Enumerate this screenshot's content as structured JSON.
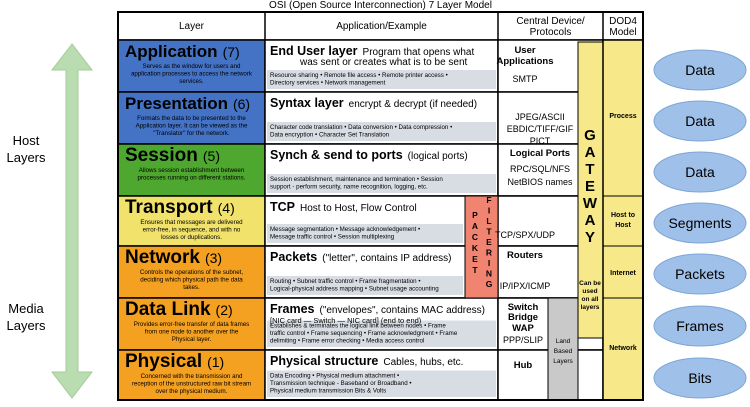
{
  "title": "OSI (Open Source Interconnection) 7 Layer Model",
  "headers": {
    "layer": "Layer",
    "app": "Application/Example",
    "central": "Central Device/ Protocols",
    "dod": "DOD4 Model"
  },
  "side_labels": {
    "host": [
      "Host",
      "Layers"
    ],
    "media": [
      "Media",
      "Layers"
    ]
  },
  "layers": [
    {
      "name": "Application",
      "num": "(7)",
      "color": "#4472c4",
      "desc": [
        "Serves as the window for users and",
        "application processes to access the network",
        "services."
      ],
      "app_title": "End User layer",
      "app_sub": [
        "Program that opens what",
        "was sent or creates what is to be sent"
      ],
      "details": [
        "Resource sharing • Remote file access • Remote printer access •",
        "Directory services • Network management"
      ],
      "protocols": [
        "User",
        "Applications",
        "SMTP"
      ],
      "data_label": "Data"
    },
    {
      "name": "Presentation",
      "num": "(6)",
      "color": "#4472c4",
      "desc": [
        "Formats the data to be presented to the",
        "Application layer. It can be viewed as the",
        "\"Translator\" for the network."
      ],
      "app_title": "Syntax layer",
      "app_sub": [
        "encrypt & decrypt (if needed)"
      ],
      "details": [
        "Character code translation • Data conversion • Data compression •",
        "Data encryption • Character Set Translation"
      ],
      "protocols": [
        "JPEG/ASCII",
        "EBDIC/TIFF/GIF",
        "PICT"
      ],
      "data_label": "Data"
    },
    {
      "name": "Session",
      "num": "(5)",
      "color": "#4ea72e",
      "desc": [
        "Allows session establishment between",
        "processes running on different stations."
      ],
      "app_title": "Synch & send to ports",
      "app_sub": [
        "(logical ports)"
      ],
      "details": [
        "Session establishment, maintenance and termination • Session",
        "support - perform security, name recognition, logging, etc."
      ],
      "protocols": [
        "Logical Ports",
        "RPC/SQL/NFS",
        "NetBIOS names"
      ],
      "data_label": "Data"
    },
    {
      "name": "Transport",
      "num": "(4)",
      "color": "#f1e26b",
      "desc": [
        "Ensures that messages are delivered",
        "error-free, in sequence, and with no",
        "losses or duplications."
      ],
      "app_title": "TCP",
      "app_sub": [
        "Host to Host, Flow Control"
      ],
      "details": [
        "Message segmentation • Message acknowledgement •",
        "Message traffic control • Session multiplexing"
      ],
      "protocols": [
        "TCP/SPX/UDP"
      ],
      "data_label": "Segments"
    },
    {
      "name": "Network",
      "num": "(3)",
      "color": "#f4a020",
      "desc": [
        "Controls the operations of the subnet,",
        "deciding which physical path the data",
        "takes."
      ],
      "app_title": "Packets",
      "app_sub": [
        "(\"letter\", contains IP address)"
      ],
      "details": [
        "Routing • Subnet traffic control • Frame fragmentation •",
        "Logical-physical address mapping • Subnet usage accounting"
      ],
      "protocols": [
        "Routers",
        "IP/IPX/ICMP"
      ],
      "data_label": "Packets"
    },
    {
      "name": "Data Link",
      "num": "(2)",
      "color": "#f4a020",
      "desc": [
        "Provides error-free transfer of data frames",
        "from one node to another over the",
        "Physical layer."
      ],
      "app_title": "Frames",
      "app_sub": [
        "(\"envelopes\", contains MAC address)",
        "[NIC card — Switch — NIC card]   (end to end)"
      ],
      "details": [
        "Establishes & terminates the logical link between nodes • Frame",
        "traffic control • Frame sequencing • Frame acknowledgment • Frame",
        "delimiting • Frame error checking • Media access control"
      ],
      "protocols": [
        "Switch",
        "Bridge",
        "WAP",
        "PPP/SLIP"
      ],
      "data_label": "Frames"
    },
    {
      "name": "Physical",
      "num": "(1)",
      "color": "#f4a020",
      "desc": [
        "Concerned with the transmission and",
        "reception of the unstructured raw bit stream",
        "over the physical medium."
      ],
      "app_title": "Physical structure",
      "app_sub": [
        "Cables, hubs, etc."
      ],
      "details": [
        "Data Encoding • Physical medium attachment •",
        "Transmission technique - Baseband or Broadband •",
        "Physical medium transmission Bits & Volts"
      ],
      "protocols": [
        "Hub"
      ],
      "data_label": "Bits"
    }
  ],
  "packet_filtering": [
    "P",
    "A",
    "C",
    "K",
    "E",
    "T",
    "F",
    "I",
    "L",
    "T",
    "E",
    "R",
    "I",
    "N",
    "G"
  ],
  "gateway": [
    "G",
    "A",
    "T",
    "E",
    "W",
    "A",
    "Y"
  ],
  "gateway_note": [
    "Can be",
    "used",
    "on all",
    "layers"
  ],
  "land_based": [
    "Land",
    "Based",
    "Layers"
  ],
  "dod": [
    "Process",
    "Host to",
    "Host",
    "Internet",
    "Network"
  ],
  "colors": {
    "blue": "#4472c4",
    "green": "#4ea72e",
    "yellow": "#f1e26b",
    "orange": "#f4a020",
    "dod_yellow": "#f7e98a",
    "ellipse": "#9fc0e8",
    "arrow": "#b9dcb0",
    "pf_red": "#f08470",
    "detail_gray": "#d8dde4"
  }
}
